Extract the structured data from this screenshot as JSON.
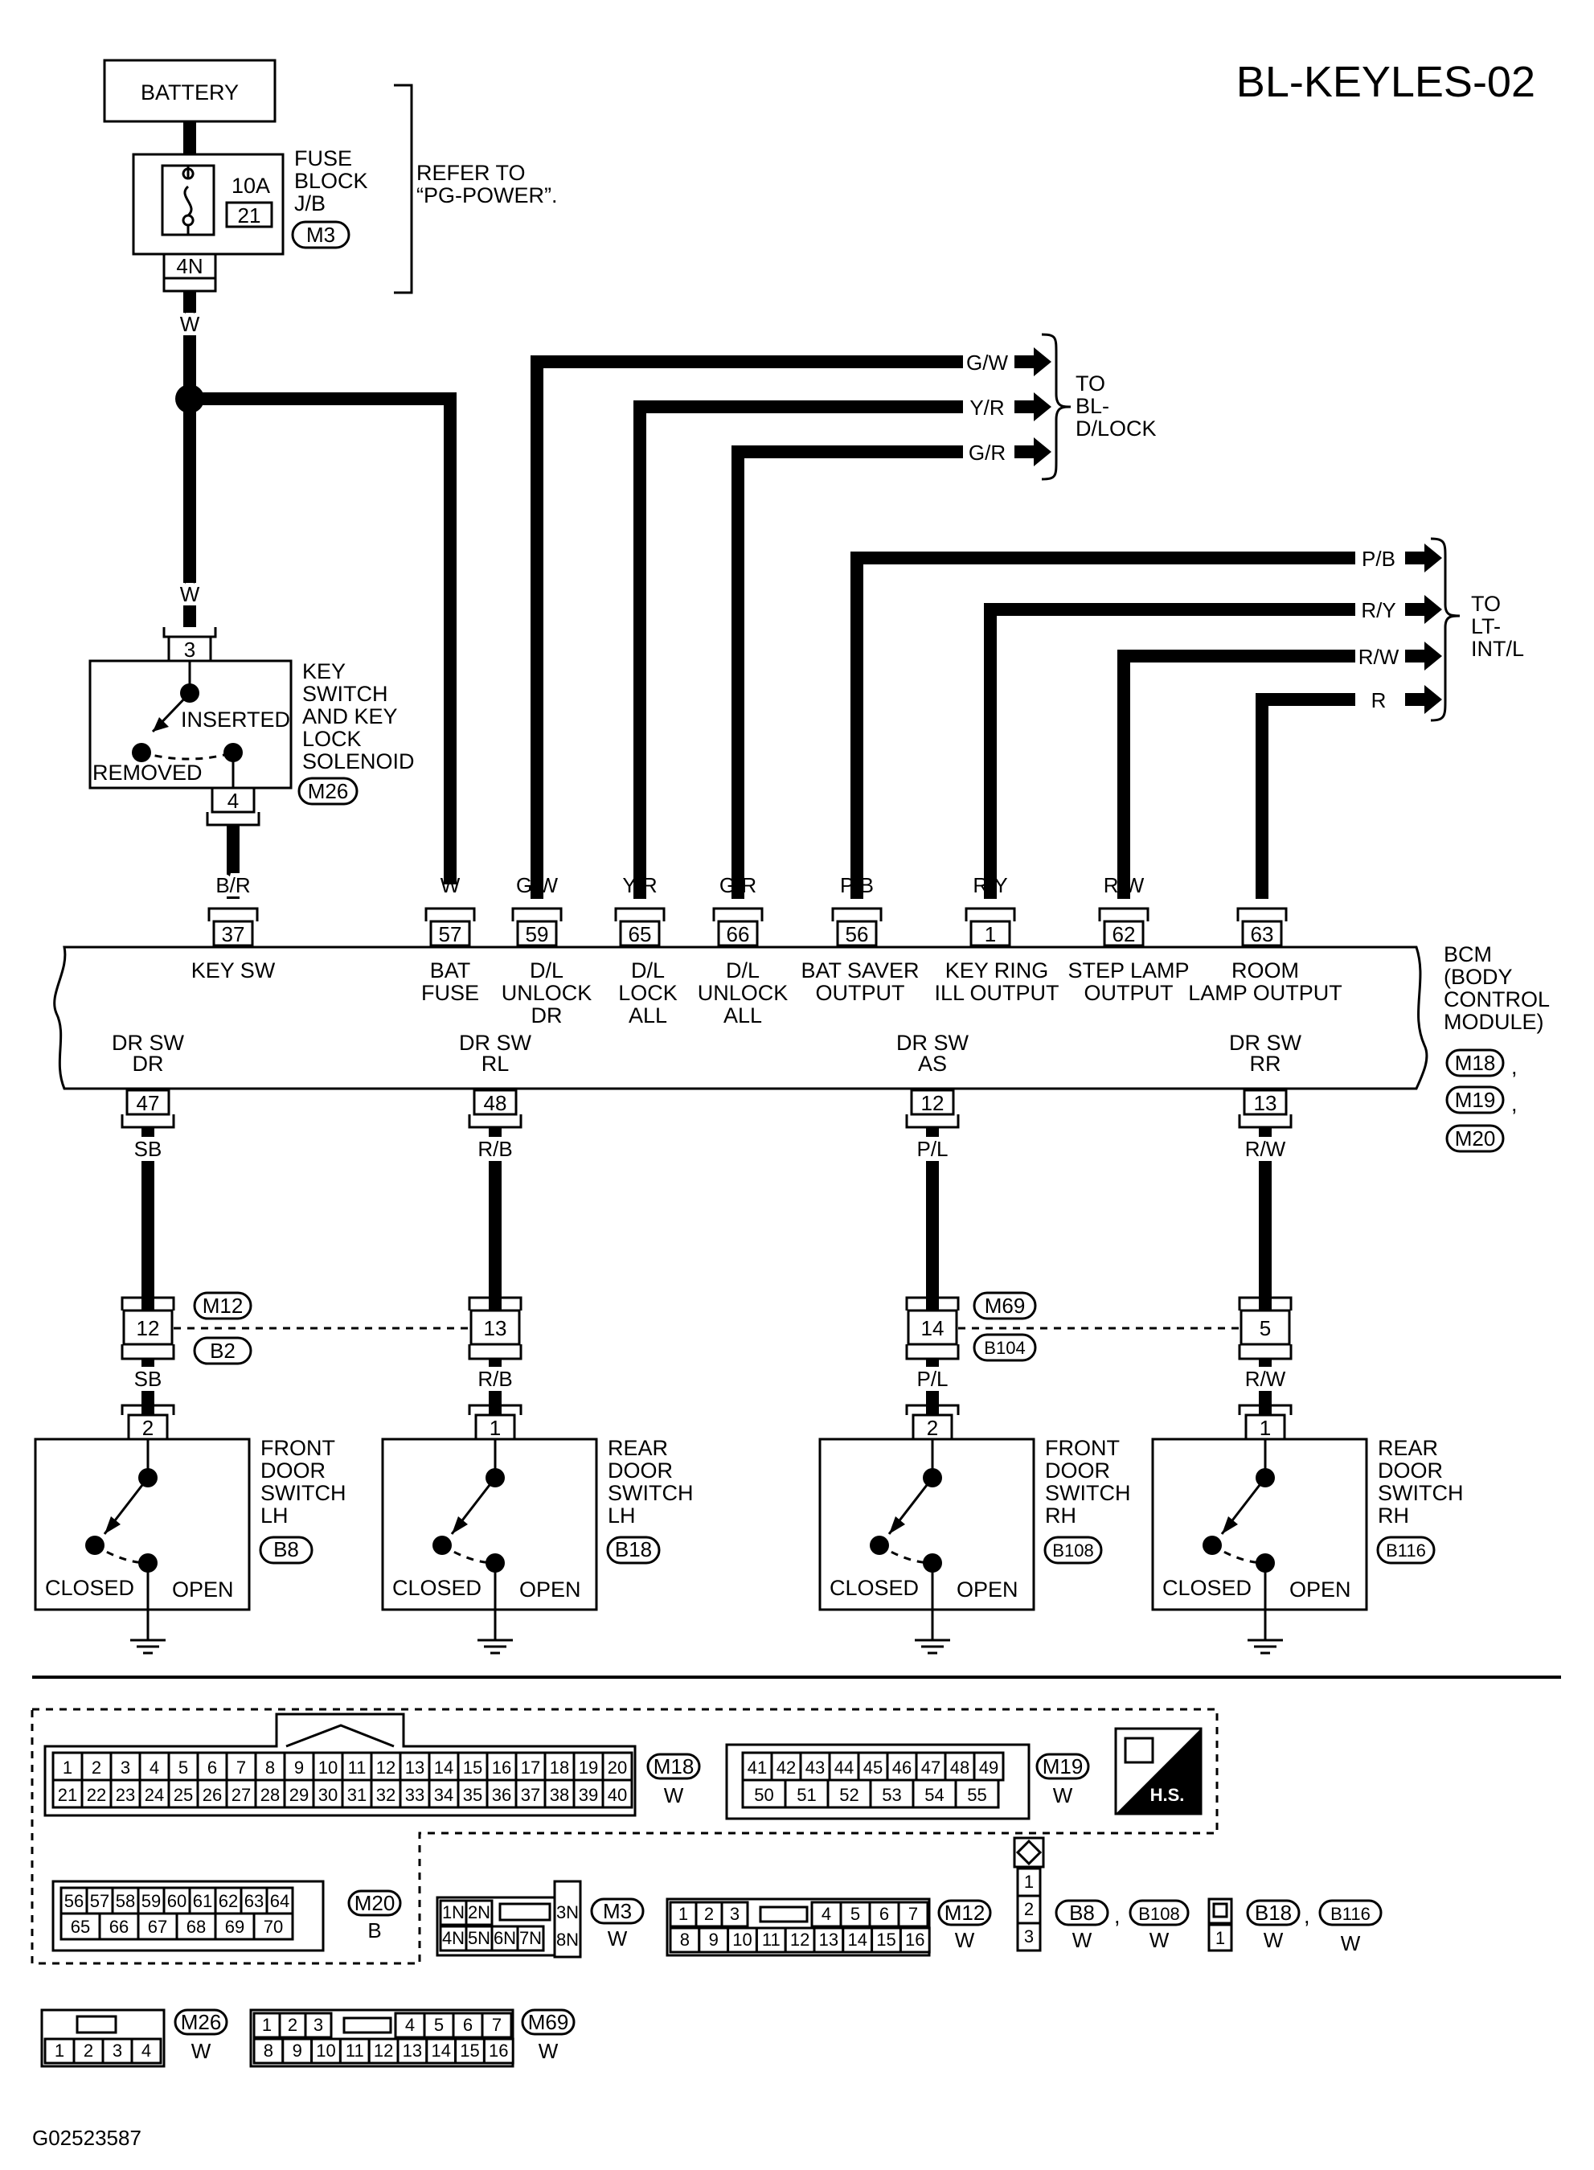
{
  "title": "BL-KEYLES-02",
  "figure_id": "G02523587",
  "power": {
    "battery": "BATTERY",
    "fuse_amp": "10A",
    "fuse_no": "21",
    "fuse_block": [
      "FUSE",
      "BLOCK",
      "J/B"
    ],
    "fuse_conn": "M3",
    "fuse_pin": "4N",
    "refer": [
      "REFER TO",
      "“PG-POWER”."
    ]
  },
  "wires": {
    "w1": "W",
    "w2": "W",
    "br": "B/R",
    "w3": "W",
    "gw": "G/W",
    "yr": "Y/R",
    "gr": "G/R",
    "pb": "P/B",
    "ry": "R/Y",
    "rw": "R/W",
    "r": "R",
    "sb": "SB",
    "rb": "R/B",
    "pl": "P/L",
    "rw2": "R/W",
    "sb2": "SB",
    "rb2": "R/B",
    "pl2": "P/L",
    "rw3": "R/W"
  },
  "dest": {
    "to_lock": [
      "TO",
      "BL-",
      "D/LOCK"
    ],
    "to_int": [
      "TO",
      "LT-",
      "INT/L"
    ],
    "lock_arrows": [
      "G/W",
      "Y/R",
      "G/R"
    ],
    "int_arrows": [
      "P/B",
      "R/Y",
      "R/W",
      "R"
    ]
  },
  "keyswitch": {
    "pin_top": "3",
    "pin_bot": "4",
    "inserted": "INSERTED",
    "removed": "REMOVED",
    "label": [
      "KEY",
      "SWITCH",
      "AND KEY",
      "LOCK",
      "SOLENOID"
    ],
    "conn": "M26"
  },
  "bcm": {
    "label": [
      "BCM",
      "(BODY",
      "CONTROL",
      "MODULE)"
    ],
    "conns": [
      "M18",
      "M19",
      "M20"
    ],
    "top_pins": [
      "37",
      "57",
      "59",
      "65",
      "66",
      "56",
      "1",
      "62",
      "63"
    ],
    "top_labels": [
      [
        "KEY SW"
      ],
      [
        "BAT",
        "FUSE"
      ],
      [
        "D/L",
        "UNLOCK",
        "DR"
      ],
      [
        "D/L",
        "LOCK",
        "ALL"
      ],
      [
        "D/L",
        "UNLOCK",
        "ALL"
      ],
      [
        "BAT SAVER",
        "OUTPUT"
      ],
      [
        "KEY RING",
        "ILL OUTPUT"
      ],
      [
        "STEP LAMP",
        "OUTPUT"
      ],
      [
        "ROOM",
        "LAMP OUTPUT"
      ]
    ],
    "bottom_pins": [
      "47",
      "48",
      "12",
      "13"
    ],
    "bottom_labels": [
      [
        "DR SW",
        "DR"
      ],
      [
        "DR SW",
        "RL"
      ],
      [
        "DR SW",
        "AS"
      ],
      [
        "DR SW",
        "RR"
      ]
    ]
  },
  "joint": {
    "left_conn_top": "M12",
    "left_conn_bot": "B2",
    "right_conn_top": "M69",
    "right_conn_bot": "B104",
    "pins": [
      "12",
      "13",
      "14",
      "5"
    ]
  },
  "switches": [
    {
      "pin": "2",
      "label": [
        "FRONT",
        "DOOR",
        "SWITCH",
        "LH"
      ],
      "conn": "B8",
      "closed": "CLOSED",
      "open": "OPEN"
    },
    {
      "pin": "1",
      "label": [
        "REAR",
        "DOOR",
        "SWITCH",
        "LH"
      ],
      "conn": "B18",
      "closed": "CLOSED",
      "open": "OPEN"
    },
    {
      "pin": "2",
      "label": [
        "FRONT",
        "DOOR",
        "SWITCH",
        "RH"
      ],
      "conn": "B108",
      "closed": "CLOSED",
      "open": "OPEN"
    },
    {
      "pin": "1",
      "label": [
        "REAR",
        "DOOR",
        "SWITCH",
        "RH"
      ],
      "conn": "B116",
      "closed": "CLOSED",
      "open": "OPEN"
    }
  ],
  "connectors": {
    "m18": {
      "name": "M18",
      "color": "W",
      "row1": [
        "1",
        "2",
        "3",
        "4",
        "5",
        "6",
        "7",
        "8",
        "9",
        "10",
        "11",
        "12",
        "13",
        "14",
        "15",
        "16",
        "17",
        "18",
        "19",
        "20"
      ],
      "row2": [
        "21",
        "22",
        "23",
        "24",
        "25",
        "26",
        "27",
        "28",
        "29",
        "30",
        "31",
        "32",
        "33",
        "34",
        "35",
        "36",
        "37",
        "38",
        "39",
        "40"
      ]
    },
    "m19": {
      "name": "M19",
      "color": "W",
      "row1": [
        "41",
        "42",
        "43",
        "44",
        "45",
        "46",
        "47",
        "48",
        "49"
      ],
      "row2": [
        "50",
        "51",
        "52",
        "53",
        "54",
        "55"
      ]
    },
    "hs": "H.S.",
    "m20": {
      "name": "M20",
      "color": "B",
      "row1": [
        "56",
        "57",
        "58",
        "59",
        "60",
        "61",
        "62",
        "63",
        "64"
      ],
      "row2": [
        "65",
        "66",
        "67",
        "68",
        "69",
        "70"
      ]
    },
    "m3": {
      "name": "M3",
      "color": "W",
      "row1": [
        "1N",
        "2N",
        "3N"
      ],
      "row2": [
        "4N",
        "5N",
        "6N",
        "7N",
        "8N"
      ]
    },
    "m12": {
      "name": "M12",
      "color": "W",
      "row1": [
        "1",
        "2",
        "3",
        "4",
        "5",
        "6",
        "7"
      ],
      "row2": [
        "8",
        "9",
        "10",
        "11",
        "12",
        "13",
        "14",
        "15",
        "16"
      ]
    },
    "b8": {
      "name": "B8",
      "color": "W",
      "pins": [
        "1",
        "2",
        "3"
      ]
    },
    "b108": {
      "name": "B108",
      "color": "W"
    },
    "b18": {
      "name": "B18",
      "color": "W",
      "pins": [
        "1"
      ]
    },
    "b116": {
      "name": "B116",
      "color": "W"
    },
    "m26": {
      "name": "M26",
      "color": "W",
      "pins": [
        "1",
        "2",
        "3",
        "4"
      ]
    },
    "m69": {
      "name": "M69",
      "color": "W",
      "row1": [
        "1",
        "2",
        "3",
        "4",
        "5",
        "6",
        "7"
      ],
      "row2": [
        "8",
        "9",
        "10",
        "11",
        "12",
        "13",
        "14",
        "15",
        "16"
      ]
    }
  }
}
